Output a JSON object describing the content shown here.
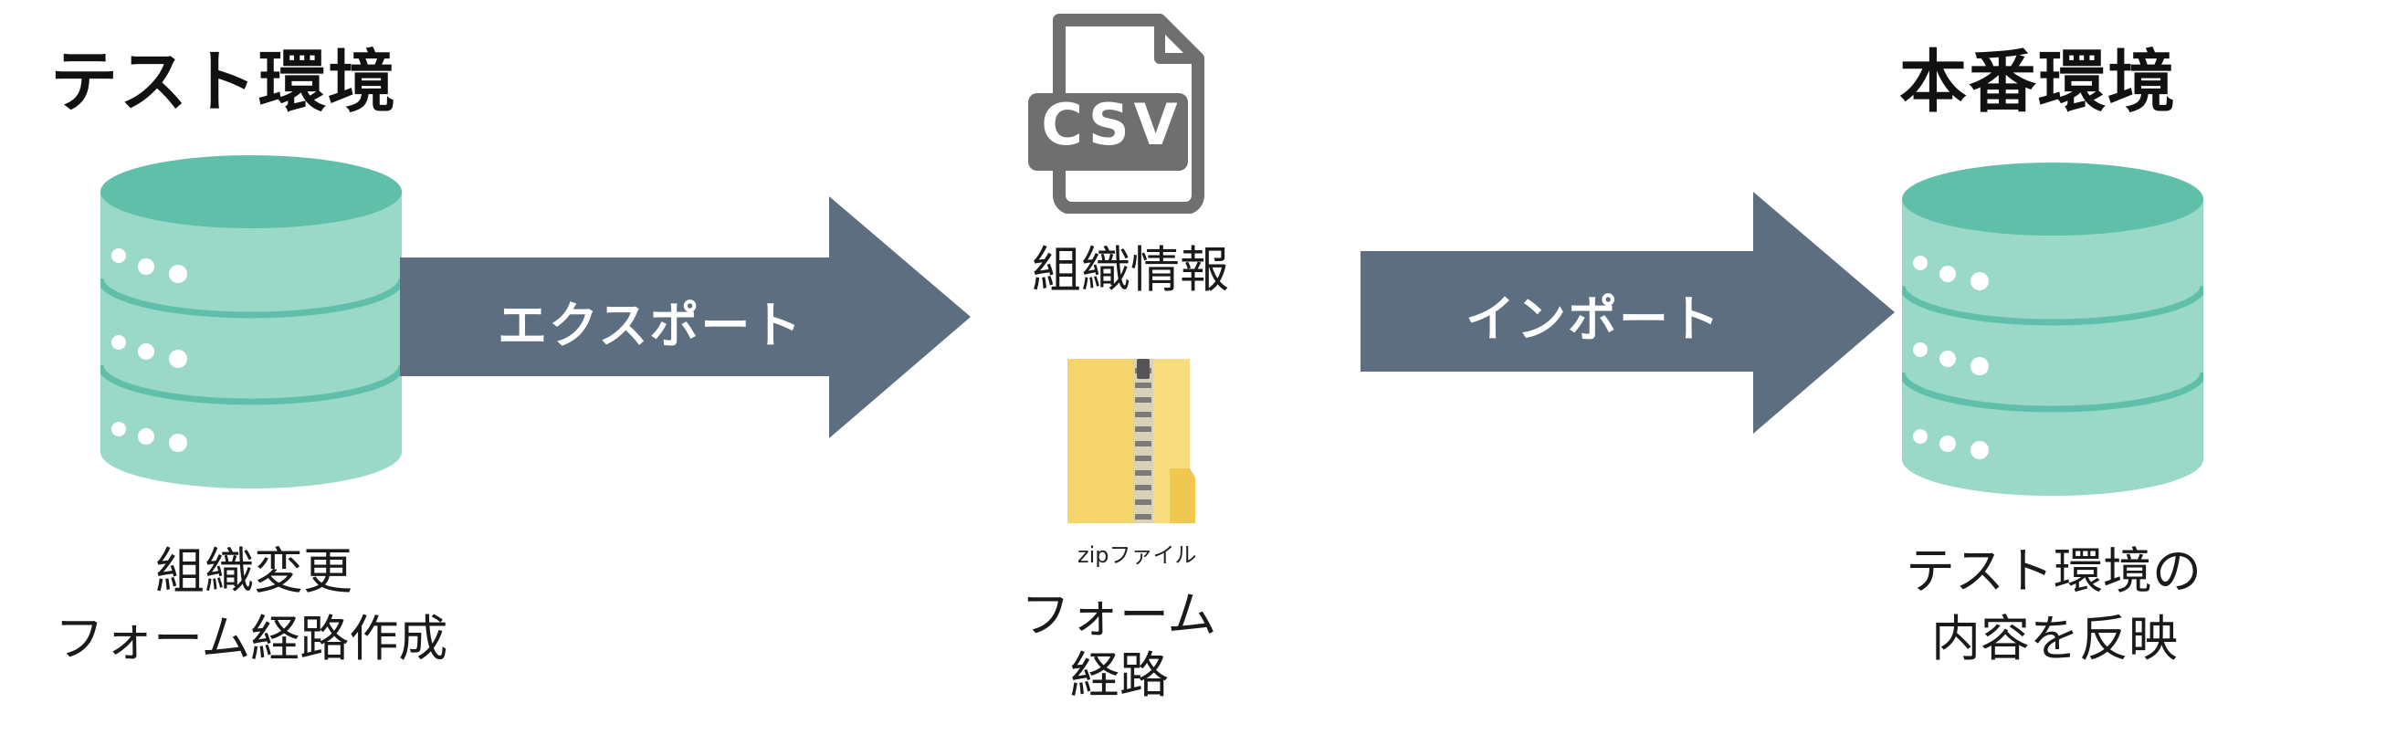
{
  "diagram": {
    "left": {
      "title": "テスト環境",
      "caption_line1": "組織変更",
      "caption_line2": "フォーム経路作成"
    },
    "right": {
      "title": "本番環境",
      "caption_line1": "テスト環境の",
      "caption_line2": "内容を反映"
    },
    "export_arrow": {
      "label": "エクスポート"
    },
    "import_arrow": {
      "label": "インポート"
    },
    "csv_file": {
      "icon_text": "CSV",
      "caption": "組織情報"
    },
    "zip_file": {
      "icon_label": "zipファイル",
      "caption_line1": "フォーム",
      "caption_line2": "経路"
    }
  },
  "colors": {
    "db_body": "#9ad8c8",
    "db_top": "#5fbfa8",
    "db_line": "#5fbfa8",
    "arrow": "#5c6e80",
    "csv_icon": "#6f6f6f",
    "zip_folder": "#f5d56b"
  },
  "icons": [
    "database-icon",
    "csv-file-icon",
    "zip-folder-icon"
  ]
}
